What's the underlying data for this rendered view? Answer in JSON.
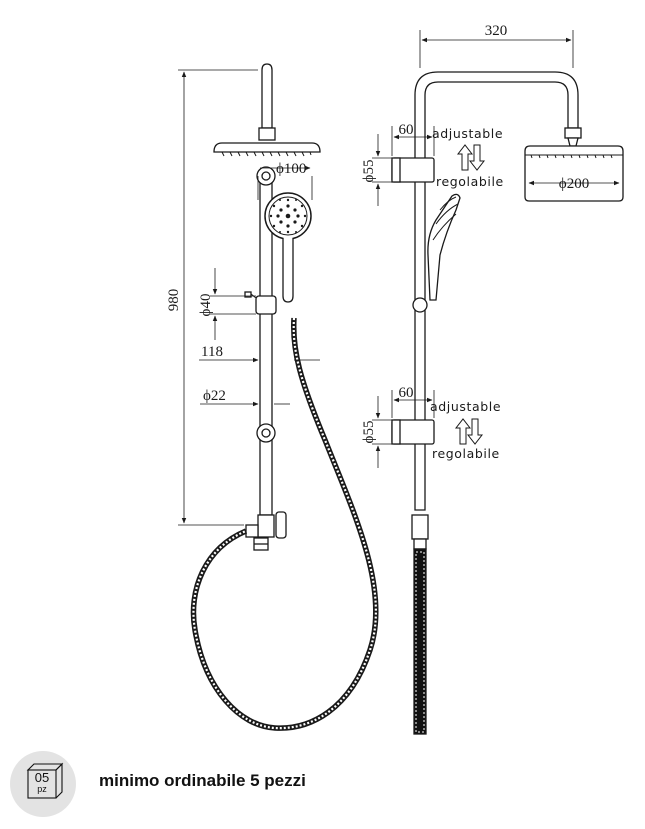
{
  "dimensions": {
    "total_height": "980",
    "head_diameter_front": "ϕ100",
    "holder_diameter": "ϕ40",
    "holder_offset": "118",
    "bar_diameter": "ϕ22",
    "arm_width": "320",
    "upper_bracket_offset": "60",
    "upper_bracket_diameter": "ϕ55",
    "head_diameter_side": "ϕ200",
    "lower_bracket_offset": "60",
    "lower_bracket_diameter": "ϕ55"
  },
  "notes": {
    "upper_adjustable": "adjustable",
    "upper_regolabile": "regolabile",
    "lower_adjustable": "adjustable",
    "lower_regolabile": "regolabile"
  },
  "footer": {
    "pack_number": "05",
    "pack_unit": "pz",
    "minimum_order_text": "minimo ordinabile 5 pezzi"
  },
  "icons": [
    "package-box-icon",
    "up-down-arrows-icon"
  ],
  "colors": {
    "line": "#1a1a1a",
    "badge_background": "#e3e3e3"
  }
}
